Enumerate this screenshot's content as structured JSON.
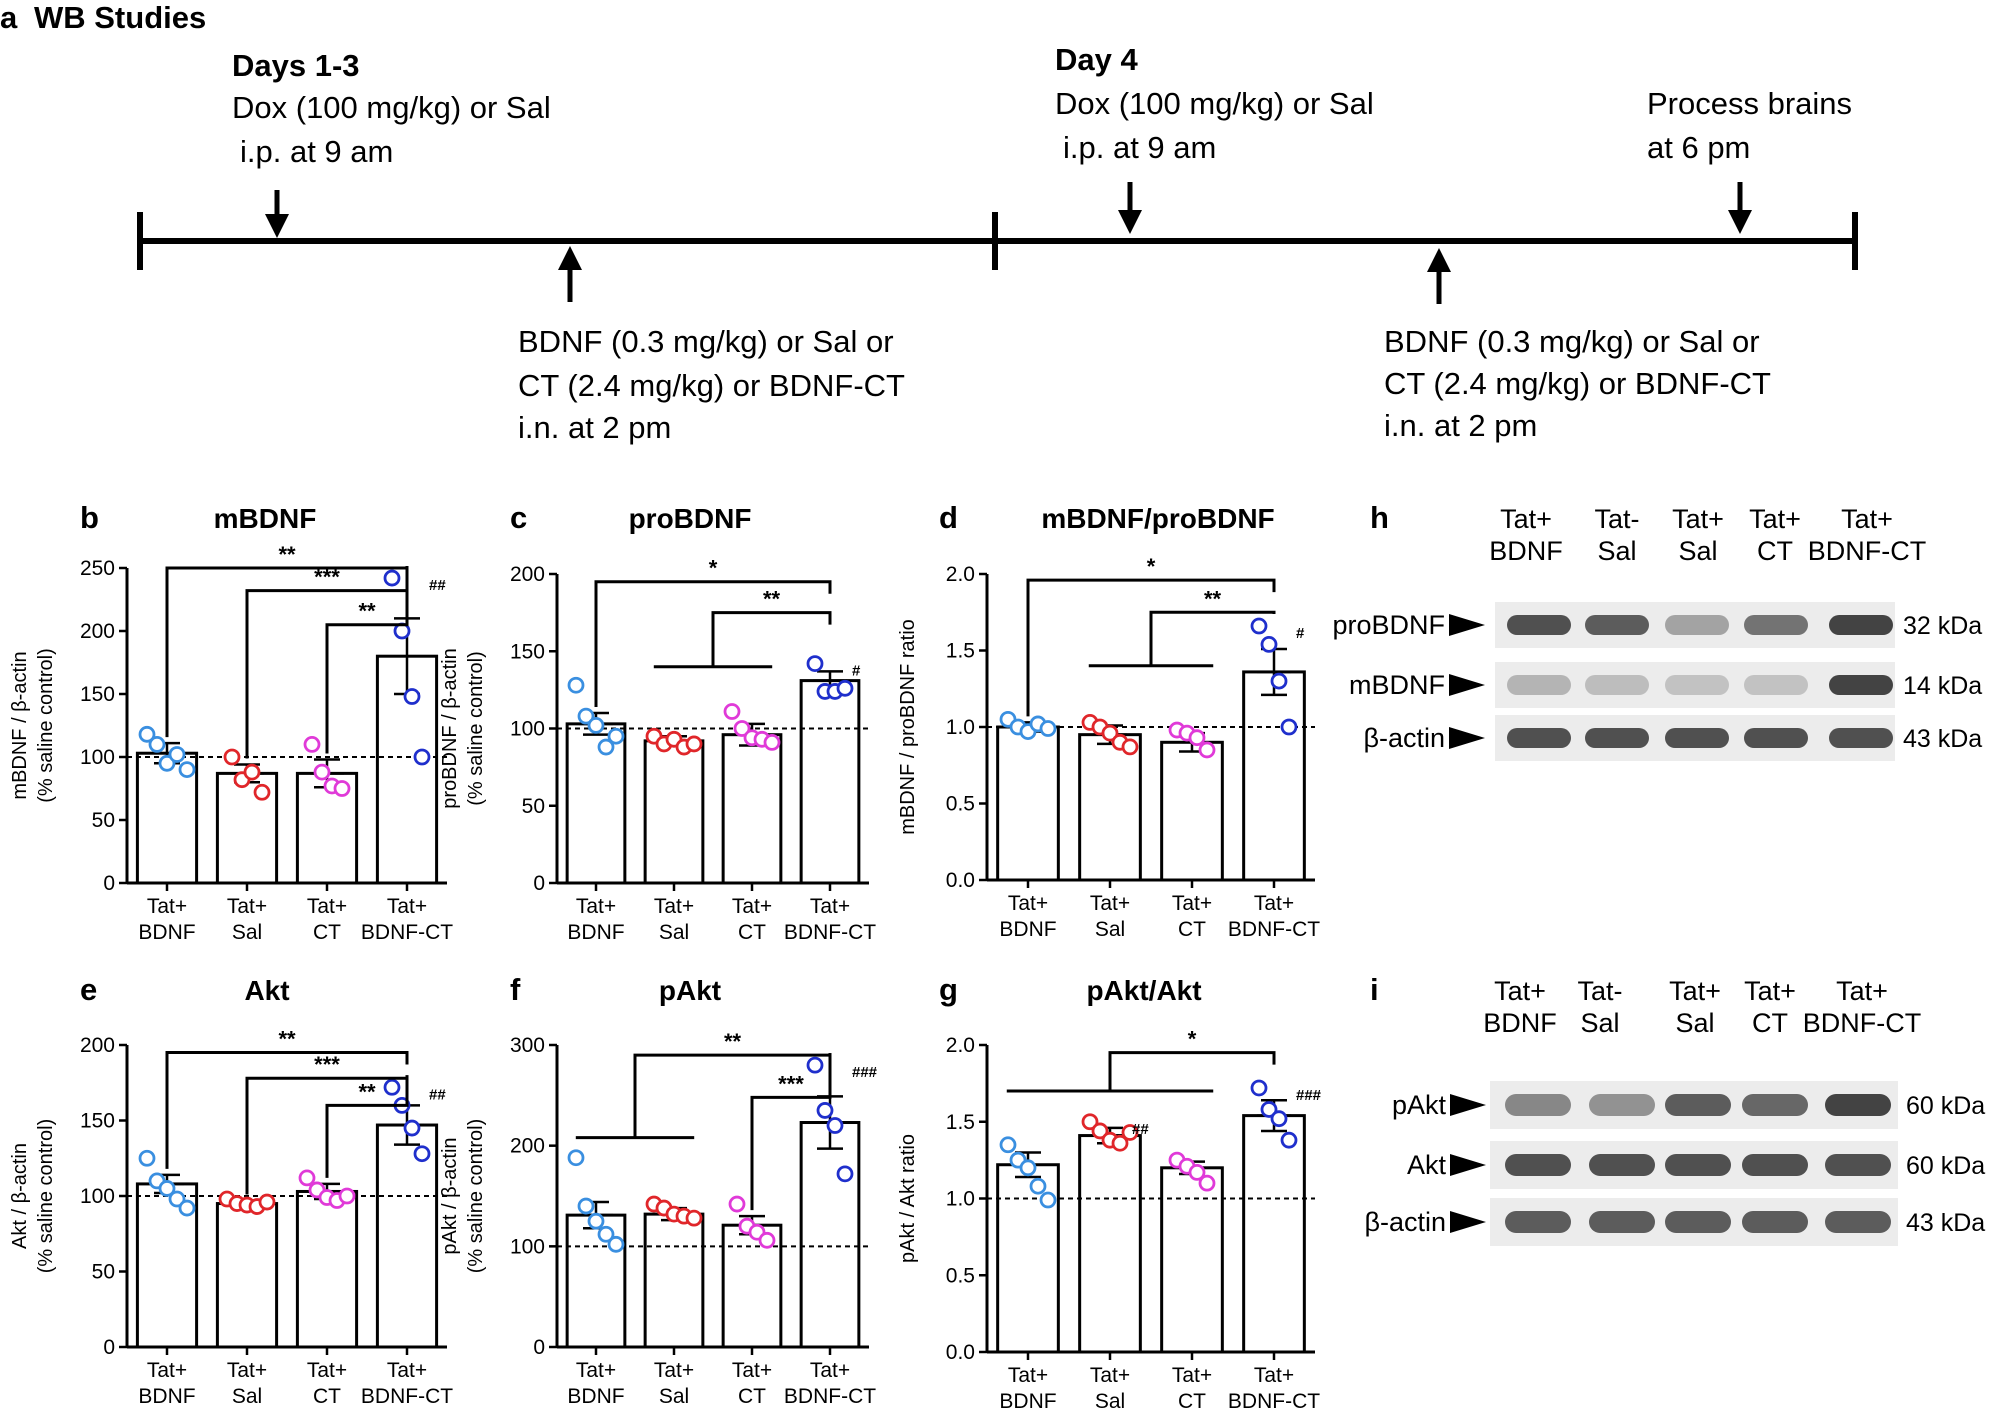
{
  "panel_a": {
    "label": "a",
    "title": "WB Studies",
    "day13_header": "Days 1-3",
    "day13_line1": "Dox (100 mg/kg) or Sal",
    "day13_line2": "i.p. at 9 am",
    "day4_header": "Day 4",
    "day4_line1": "Dox (100 mg/kg) or Sal",
    "day4_line2": "i.p. at 9 am",
    "process_line1": "Process brains",
    "process_line2": "at 6 pm",
    "bdnf_line1": "BDNF (0.3 mg/kg) or Sal  or",
    "bdnf_line2": "CT  (2.4 mg/kg) or BDNF-CT",
    "bdnf_line3": "i.n. at 2 pm"
  },
  "colors": {
    "tat_bdnf": "#3a8fe0",
    "tat_sal": "#e0262a",
    "tat_ct": "#e03ad8",
    "tat_bdnf_ct": "#1f2fcc"
  },
  "blot_h": {
    "label": "h",
    "columns": [
      {
        "line1": "Tat+",
        "line2": "BDNF"
      },
      {
        "line1": "Tat-",
        "line2": "Sal"
      },
      {
        "line1": "Tat+",
        "line2": "Sal"
      },
      {
        "line1": "Tat+",
        "line2": "CT"
      },
      {
        "line1": "Tat+",
        "line2": "BDNF-CT"
      }
    ],
    "rows": [
      {
        "name": "proBDNF",
        "kda": "32 kDa",
        "intensity": [
          0.85,
          0.8,
          0.45,
          0.7,
          0.9
        ]
      },
      {
        "name": "mBDNF",
        "kda": "14 kDa",
        "intensity": [
          0.35,
          0.28,
          0.25,
          0.25,
          0.9
        ]
      },
      {
        "name": "β-actin",
        "kda": "43 kDa",
        "intensity": [
          0.85,
          0.85,
          0.85,
          0.85,
          0.85
        ]
      }
    ]
  },
  "blot_i": {
    "label": "i",
    "columns": [
      {
        "line1": "Tat+",
        "line2": "BDNF"
      },
      {
        "line1": "Tat-",
        "line2": "Sal"
      },
      {
        "line1": "Tat+",
        "line2": "Sal"
      },
      {
        "line1": "Tat+",
        "line2": "CT"
      },
      {
        "line1": "Tat+",
        "line2": "BDNF-CT"
      }
    ],
    "rows": [
      {
        "name": "pAkt",
        "kda": "60 kDa",
        "intensity": [
          0.6,
          0.55,
          0.8,
          0.75,
          0.9
        ]
      },
      {
        "name": "Akt",
        "kda": "60 kDa",
        "intensity": [
          0.85,
          0.85,
          0.85,
          0.85,
          0.85
        ]
      },
      {
        "name": "β-actin",
        "kda": "43 kDa",
        "intensity": [
          0.8,
          0.8,
          0.8,
          0.8,
          0.8
        ]
      }
    ]
  },
  "chart_data": [
    {
      "type": "bar",
      "id": "b",
      "panel_label": "b",
      "title": "mBDNF",
      "ylabel": "mBDNF / β-actin",
      "ylabel2": "(% saline control)",
      "ylim": [
        0,
        250
      ],
      "yticks": [
        "0",
        "50",
        "100",
        "150",
        "200",
        "250"
      ],
      "baseline": 100,
      "categories": [
        "Tat+ BDNF",
        "Tat+ Sal",
        "Tat+ CT",
        "Tat+ BDNF-CT"
      ],
      "values": [
        103,
        87,
        87,
        180
      ],
      "errors": [
        8,
        7,
        11,
        30
      ],
      "points": [
        [
          118,
          110,
          95,
          102,
          90
        ],
        [
          100,
          82,
          88,
          72
        ],
        [
          110,
          88,
          77,
          75
        ],
        [
          242,
          200,
          148,
          100
        ]
      ],
      "hash": [
        "",
        "",
        "",
        "##"
      ],
      "brackets": [
        {
          "kind": "simple",
          "from": 0,
          "to": 3,
          "level": 250,
          "label": "**"
        },
        {
          "kind": "simple",
          "from": 1,
          "to": 3,
          "level": 232,
          "label": "***"
        },
        {
          "kind": "simple",
          "from": 2,
          "to": 3,
          "level": 205,
          "label": "**"
        }
      ]
    },
    {
      "type": "bar",
      "id": "c",
      "panel_label": "c",
      "title": "proBDNF",
      "ylabel": "proBDNF / β-actin",
      "ylabel2": "(% saline control)",
      "ylim": [
        0,
        200
      ],
      "yticks": [
        "0",
        "50",
        "100",
        "150",
        "200"
      ],
      "baseline": 100,
      "categories": [
        "Tat+ BDNF",
        "Tat+ Sal",
        "Tat+ CT",
        "Tat+ BDNF-CT"
      ],
      "values": [
        103,
        92,
        96,
        131
      ],
      "errors": [
        7,
        3,
        7,
        6
      ],
      "points": [
        [
          128,
          108,
          102,
          88,
          95
        ],
        [
          95,
          90,
          93,
          88,
          90
        ],
        [
          111,
          100,
          94,
          93,
          91
        ],
        [
          142,
          124,
          124,
          126
        ]
      ],
      "hash": [
        "",
        "",
        "",
        "#"
      ],
      "brackets": [
        {
          "kind": "simple",
          "from": 0,
          "to": 3,
          "level": 195,
          "label": "*"
        },
        {
          "kind": "group",
          "left": 1,
          "right": 2,
          "to": 3,
          "bar": 140,
          "level": 175,
          "label": "**"
        }
      ]
    },
    {
      "type": "bar",
      "id": "d",
      "panel_label": "d",
      "title": "mBDNF/proBDNF",
      "ylabel": "mBDNF / proBDNF ratio",
      "ylabel2": "",
      "ylim": [
        0,
        2.0
      ],
      "yticks": [
        "0.0",
        "0.5",
        "1.0",
        "1.5",
        "2.0"
      ],
      "baseline": 1.0,
      "categories": [
        "Tat+ BDNF",
        "Tat+ Sal",
        "Tat+ CT",
        "Tat+ BDNF-CT"
      ],
      "values": [
        1.0,
        0.95,
        0.9,
        1.36
      ],
      "errors": [
        0.03,
        0.06,
        0.06,
        0.15
      ],
      "points": [
        [
          1.05,
          1.0,
          0.97,
          1.02,
          0.99
        ],
        [
          1.03,
          1.0,
          0.96,
          0.9,
          0.87
        ],
        [
          0.98,
          0.96,
          0.93,
          0.85
        ],
        [
          1.66,
          1.54,
          1.3,
          1.0
        ]
      ],
      "hash": [
        "",
        "",
        "",
        "#"
      ],
      "brackets": [
        {
          "kind": "simple",
          "from": 0,
          "to": 3,
          "level": 1.96,
          "label": "*"
        },
        {
          "kind": "group",
          "left": 1,
          "right": 2,
          "to": 3,
          "bar": 1.4,
          "level": 1.75,
          "label": "**"
        }
      ]
    },
    {
      "type": "bar",
      "id": "e",
      "panel_label": "e",
      "title": "Akt",
      "ylabel": "Akt / β-actin",
      "ylabel2": "(% saline control)",
      "ylim": [
        0,
        200
      ],
      "yticks": [
        "0",
        "50",
        "100",
        "150",
        "200"
      ],
      "baseline": 100,
      "categories": [
        "Tat+ BDNF",
        "Tat+ Sal",
        "Tat+ CT",
        "Tat+ BDNF-CT"
      ],
      "values": [
        108,
        95,
        103,
        147
      ],
      "errors": [
        6,
        2,
        5,
        13
      ],
      "points": [
        [
          125,
          110,
          105,
          98,
          92
        ],
        [
          98,
          95,
          94,
          93,
          96
        ],
        [
          112,
          104,
          99,
          97,
          100
        ],
        [
          172,
          160,
          145,
          128
        ]
      ],
      "hash": [
        "",
        "",
        "",
        "##"
      ],
      "brackets": [
        {
          "kind": "simple",
          "from": 0,
          "to": 3,
          "level": 195,
          "label": "**"
        },
        {
          "kind": "simple",
          "from": 1,
          "to": 3,
          "level": 178,
          "label": "***"
        },
        {
          "kind": "simple",
          "from": 2,
          "to": 3,
          "level": 160,
          "label": "**"
        }
      ]
    },
    {
      "type": "bar",
      "id": "f",
      "panel_label": "f",
      "title": "pAkt",
      "ylabel": "pAkt / β-actin",
      "ylabel2": "(% saline control)",
      "ylim": [
        0,
        300
      ],
      "yticks": [
        "0",
        "100",
        "200",
        "300"
      ],
      "baseline": 100,
      "categories": [
        "Tat+ BDNF",
        "Tat+ Sal",
        "Tat+ CT",
        "Tat+ BDNF-CT"
      ],
      "values": [
        131,
        132,
        121,
        223
      ],
      "errors": [
        13,
        6,
        9,
        26
      ],
      "points": [
        [
          188,
          140,
          125,
          112,
          102
        ],
        [
          142,
          138,
          132,
          130,
          128
        ],
        [
          142,
          120,
          114,
          106
        ],
        [
          280,
          235,
          220,
          172
        ]
      ],
      "hash": [
        "",
        "",
        "",
        "###"
      ],
      "brackets": [
        {
          "kind": "group",
          "left": 0,
          "right": 1,
          "to": 3,
          "bar": 208,
          "level": 290,
          "label": "**"
        },
        {
          "kind": "simple",
          "from": 2,
          "to": 3,
          "level": 248,
          "label": "***"
        }
      ]
    },
    {
      "type": "bar",
      "id": "g",
      "panel_label": "g",
      "title": "pAkt/Akt",
      "ylabel": "pAkt / Akt  ratio",
      "ylabel2": "",
      "ylim": [
        0,
        2.0
      ],
      "yticks": [
        "0.0",
        "0.5",
        "1.0",
        "1.5",
        "2.0"
      ],
      "baseline": 1.0,
      "categories": [
        "Tat+ BDNF",
        "Tat+ Sal",
        "Tat+ CT",
        "Tat+ BDNF-CT"
      ],
      "values": [
        1.22,
        1.41,
        1.2,
        1.54
      ],
      "errors": [
        0.08,
        0.05,
        0.04,
        0.1
      ],
      "points": [
        [
          1.35,
          1.25,
          1.2,
          1.08,
          0.99
        ],
        [
          1.5,
          1.44,
          1.38,
          1.36,
          1.43
        ],
        [
          1.25,
          1.21,
          1.17,
          1.1
        ],
        [
          1.72,
          1.58,
          1.52,
          1.38
        ]
      ],
      "hash": [
        "",
        "##",
        "",
        "###"
      ],
      "brackets": [
        {
          "kind": "group",
          "left": 0,
          "right": 2,
          "to": 3,
          "bar": 1.7,
          "level": 1.95,
          "label": "*"
        }
      ]
    }
  ]
}
